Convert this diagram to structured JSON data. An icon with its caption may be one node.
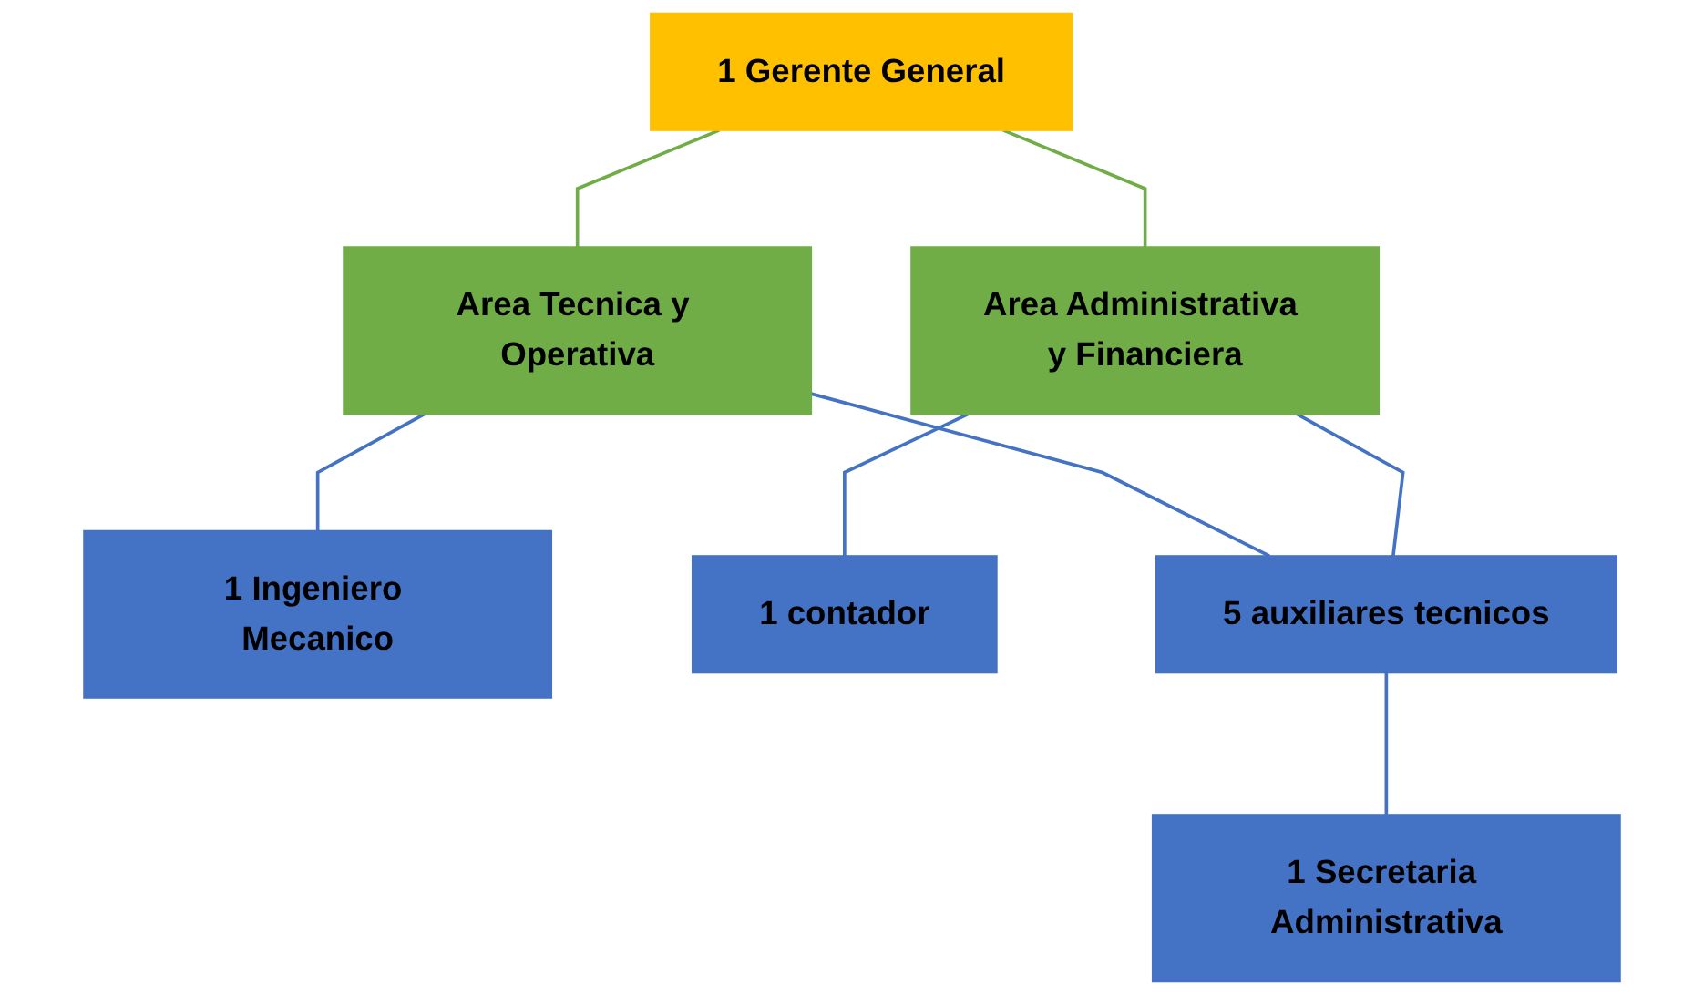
{
  "diagram": {
    "nodes": [
      {
        "text": [
          "1 Gerente General"
        ]
      },
      {
        "text": [
          "Area Tecnica y Operativa"
        ]
      },
      {
        "text": [
          "Area Administrativa y Financiera"
        ]
      },
      {
        "text": [
          "1 Ingeniero Mecanico"
        ]
      },
      {
        "text": [
          "1 contador"
        ]
      },
      {
        "text": [
          "5 auxiliares tecnicos"
        ]
      },
      {
        "text": [
          "1 Secretaria Administrativa"
        ]
      }
    ],
    "edges": [
      {
        "from": 0,
        "to": 1,
        "arrow": "none",
        "color": "#70ad47"
      },
      {
        "from": 0,
        "to": 2,
        "arrow": "none",
        "color": "#70ad47"
      },
      {
        "from": 1,
        "to": 3,
        "arrow": "none"
      },
      {
        "from": 1,
        "to": 5,
        "arrow": "none"
      },
      {
        "from": 2,
        "to": 4,
        "arrow": "none"
      },
      {
        "from": 2,
        "to": 5,
        "arrow": "none"
      },
      {
        "from": 5,
        "to": 6,
        "arrow": "none"
      }
    ]
  }
}
